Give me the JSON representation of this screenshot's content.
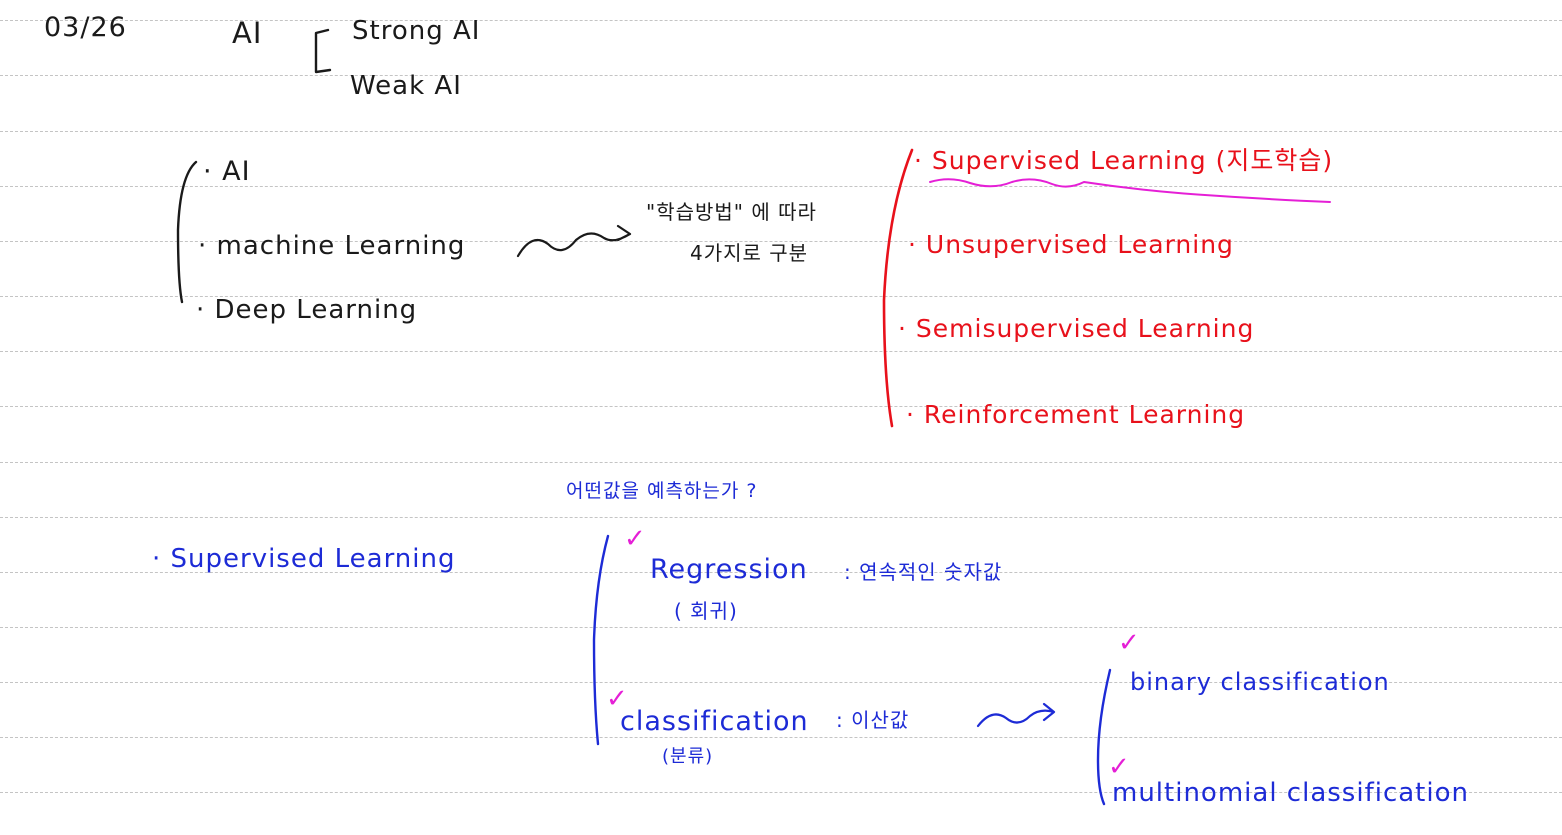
{
  "header": {
    "date": "03/26",
    "ai": "AI",
    "strong_ai": "Strong AI",
    "weak_ai": "Weak AI"
  },
  "hierarchy": {
    "items": [
      "· AI",
      "· machine Learning",
      "· Deep Learning"
    ]
  },
  "criterion": {
    "line1": "\"학습방법\" 에 따라",
    "line2": "4가지로 구분"
  },
  "learning_types": {
    "items": [
      "· Supervised Learning (지도학습)",
      "· Unsupervised Learning",
      "· Semisupervised Learning",
      "· Reinforcement Learning"
    ]
  },
  "question": "어떤값을 예측하는가 ?",
  "supervised": {
    "label": "· Supervised Learning",
    "regression": {
      "title": "Regression",
      "desc": ": 연속적인 숫자값",
      "korean": "( 회귀)"
    },
    "classification": {
      "title": "classification",
      "desc": ": 이산값",
      "korean": "(분류)"
    },
    "sub": [
      "binary classification",
      "multinomial classification"
    ]
  },
  "colors": {
    "ink_black": "#1a1a1a",
    "ink_red": "#e8111b",
    "ink_blue": "#1d2bd6",
    "ink_magenta": "#e51fd6"
  }
}
